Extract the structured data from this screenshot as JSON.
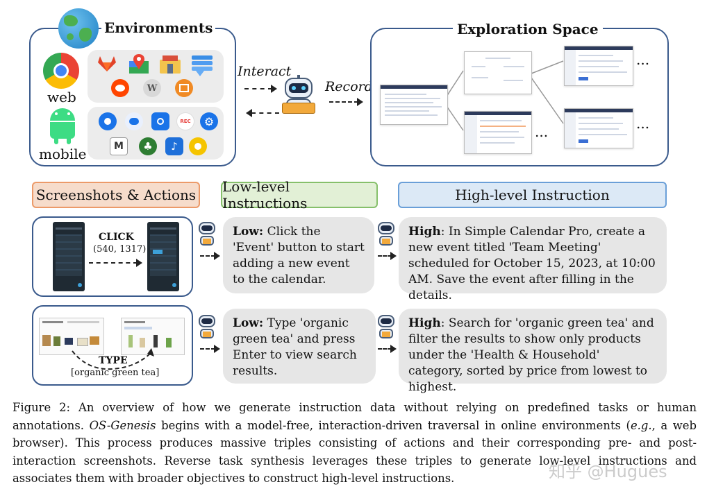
{
  "environments": {
    "title": "Environments",
    "web_label": "web",
    "mobile_label": "mobile"
  },
  "flow": {
    "interact_label": "Interact",
    "record_label": "Record"
  },
  "exploration": {
    "title": "Exploration Space",
    "ellipsis": "..."
  },
  "headers": {
    "screenshots_actions": "Screenshots & Actions",
    "low_level": "Low-level Instructions",
    "high_level": "High-level Instruction"
  },
  "row1": {
    "action_name": "CLICK",
    "action_coords": "(540, 1317)",
    "low_prefix": "Low:",
    "low_text": " Click the 'Event' button to start adding a new event to the calendar.",
    "high_prefix": "High",
    "high_text": ": In Simple Calendar Pro, create a new event titled 'Team Meeting' scheduled for October 15, 2023, at 10:00 AM. Save the event after filling in the details."
  },
  "row2": {
    "action_name": "TYPE",
    "action_arg": "[organic green tea]",
    "low_prefix": "Low:",
    "low_text": " Type 'organic green tea' and press Enter to view search results.",
    "high_prefix": "High",
    "high_text": ": Search for 'organic green tea' and filter the results to show only products under the 'Health & Household' category, sorted by price from lowest to highest."
  },
  "caption": {
    "label": "Figure 2:",
    "part1": " An overview of how we generate instruction data without relying on predefined tasks or human annotations. ",
    "name": "OS-Genesis",
    "part2": " begins with a model-free, interaction-driven traversal in online environments (",
    "eg": "e.g.",
    "part3": ", a web browser). This process produces massive triples consisting of actions and their corresponding pre- and post-interaction screenshots. Reverse task synthesis leverages these triples to generate low-level instructions and associates them with broader objectives to construct high-level instructions."
  },
  "watermark": "知乎 @Hugues",
  "colors": {
    "panel_border": "#3a5a8c",
    "orange_header": "#f6dccb",
    "green_header": "#e2f0d6",
    "blue_header": "#dce9f6"
  }
}
